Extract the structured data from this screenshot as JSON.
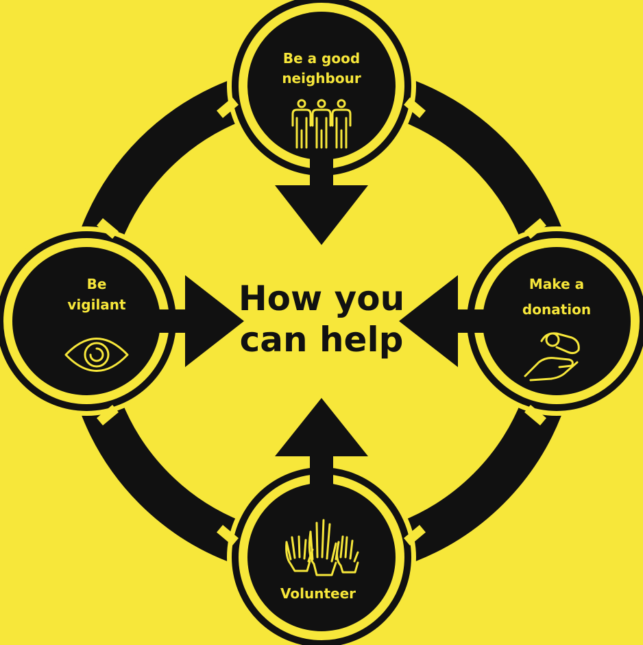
{
  "colors": {
    "background": "#F7E73A",
    "ink": "#111111"
  },
  "center": {
    "line1": "How you",
    "line2": "can help"
  },
  "nodes": {
    "top": {
      "line1": "Be a good",
      "line2": "neighbour",
      "icon": "people-group-icon"
    },
    "left": {
      "line1": "Be",
      "line2": "vigilant",
      "icon": "eye-icon"
    },
    "right": {
      "line1": "Make a",
      "line2": "donation",
      "icon": "giving-hand-icon"
    },
    "bottom": {
      "line1": "Volunteer",
      "icon": "raised-hands-icon"
    }
  }
}
